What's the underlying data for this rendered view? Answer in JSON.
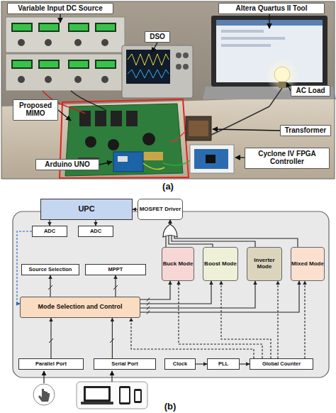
{
  "diagram": {
    "nodes": [
      {
        "text": [
          "Variable Input DC Source"
        ]
      },
      {
        "text": [
          "Altera Quartus II Tool"
        ]
      },
      {
        "text": [
          "DSO"
        ]
      },
      {
        "text": [
          "AC Load"
        ]
      },
      {
        "text": [
          "Proposed MIMO"
        ]
      },
      {
        "text": [
          "Transformer"
        ]
      },
      {
        "text": [
          "Arduino UNO"
        ]
      },
      {
        "text": [
          "Cyclone IV FPGA Controller"
        ]
      },
      {
        "text": [
          "UPC"
        ]
      },
      {
        "text": [
          "MOSFET Driver"
        ]
      },
      {
        "text": [
          "ADC"
        ]
      },
      {
        "text": [
          "ADC"
        ]
      },
      {
        "text": [
          "Source Selection"
        ]
      },
      {
        "text": [
          "MPPT"
        ]
      },
      {
        "text": [
          "Buck Mode"
        ]
      },
      {
        "text": [
          "Boost Mode"
        ]
      },
      {
        "text": [
          "Inverter Mode"
        ]
      },
      {
        "text": [
          "Mixed Mode"
        ]
      },
      {
        "text": [
          "Mode Selection and Control"
        ]
      },
      {
        "text": [
          "Parallel Port"
        ]
      },
      {
        "text": [
          "Serial Port"
        ]
      },
      {
        "text": [
          "Clock"
        ]
      },
      {
        "text": [
          "PLL"
        ]
      },
      {
        "text": [
          "Global Counter"
        ]
      }
    ],
    "edges": [
      {
        "from": 9,
        "to": 8,
        "arrow": "to"
      },
      {
        "from": 8,
        "to": 10,
        "arrow": "to"
      },
      {
        "from": 8,
        "to": 11,
        "arrow": "to"
      },
      {
        "from": 10,
        "to": 18,
        "arrow": "to"
      },
      {
        "from": 18,
        "to": 12,
        "arrow": "to"
      },
      {
        "from": 18,
        "to": 13,
        "arrow": "to"
      },
      {
        "from": 18,
        "to": 14,
        "arrow": "to"
      },
      {
        "from": 18,
        "to": 15,
        "arrow": "to"
      },
      {
        "from": 18,
        "to": 16,
        "arrow": "to"
      },
      {
        "from": 18,
        "to": 17,
        "arrow": "to"
      },
      {
        "from": 14,
        "to": 9,
        "arrow": "to"
      },
      {
        "from": 15,
        "to": 9,
        "arrow": "to"
      },
      {
        "from": 16,
        "to": 9,
        "arrow": "to"
      },
      {
        "from": 17,
        "to": 9,
        "arrow": "to"
      },
      {
        "from": 19,
        "to": 18,
        "arrow": "to"
      },
      {
        "from": 20,
        "to": 18,
        "arrow": "to"
      },
      {
        "from": 21,
        "to": 22,
        "arrow": "to"
      },
      {
        "from": 22,
        "to": 23,
        "arrow": "to"
      },
      {
        "from": 23,
        "to": 18,
        "arrow": "to"
      },
      {
        "from": 23,
        "to": 14,
        "arrow": "to"
      },
      {
        "from": 23,
        "to": 15,
        "arrow": "to"
      },
      {
        "from": 23,
        "to": 16,
        "arrow": "to"
      },
      {
        "from": 23,
        "to": 17,
        "arrow": "to"
      }
    ],
    "labels": [
      "(a)",
      "(b)"
    ]
  }
}
